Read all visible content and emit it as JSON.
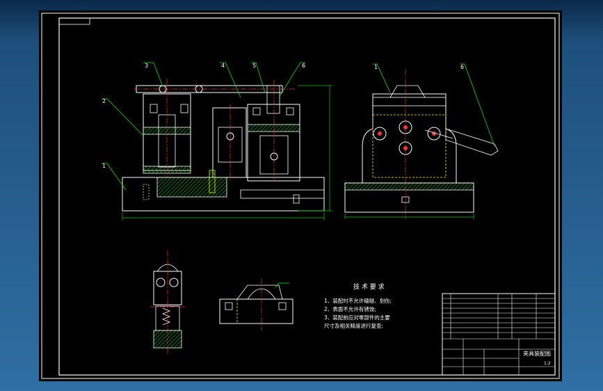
{
  "technical_requirements": {
    "title": "技 术 要 求",
    "items": [
      "1、装配时不允许磕碰、划伤;",
      "2、表面不允许有锈蚀;",
      "3、装配前应对零部件的主要",
      "尺寸及相关精度进行复查;"
    ]
  },
  "title_block": {
    "drawing_name": "夹具装配图",
    "scale": "1:2"
  },
  "part_balloons": [
    "3",
    "4",
    "5",
    "6",
    "2",
    "1",
    "1",
    "6"
  ],
  "colors": {
    "background": "#000000",
    "frame": "#ffffff",
    "outline": "#ffffff",
    "leader": "#00ff00",
    "center_line": "#ff3030",
    "hidden_line": "#ffff00",
    "hatch": "#00aa00",
    "dimension": "#00d000"
  }
}
